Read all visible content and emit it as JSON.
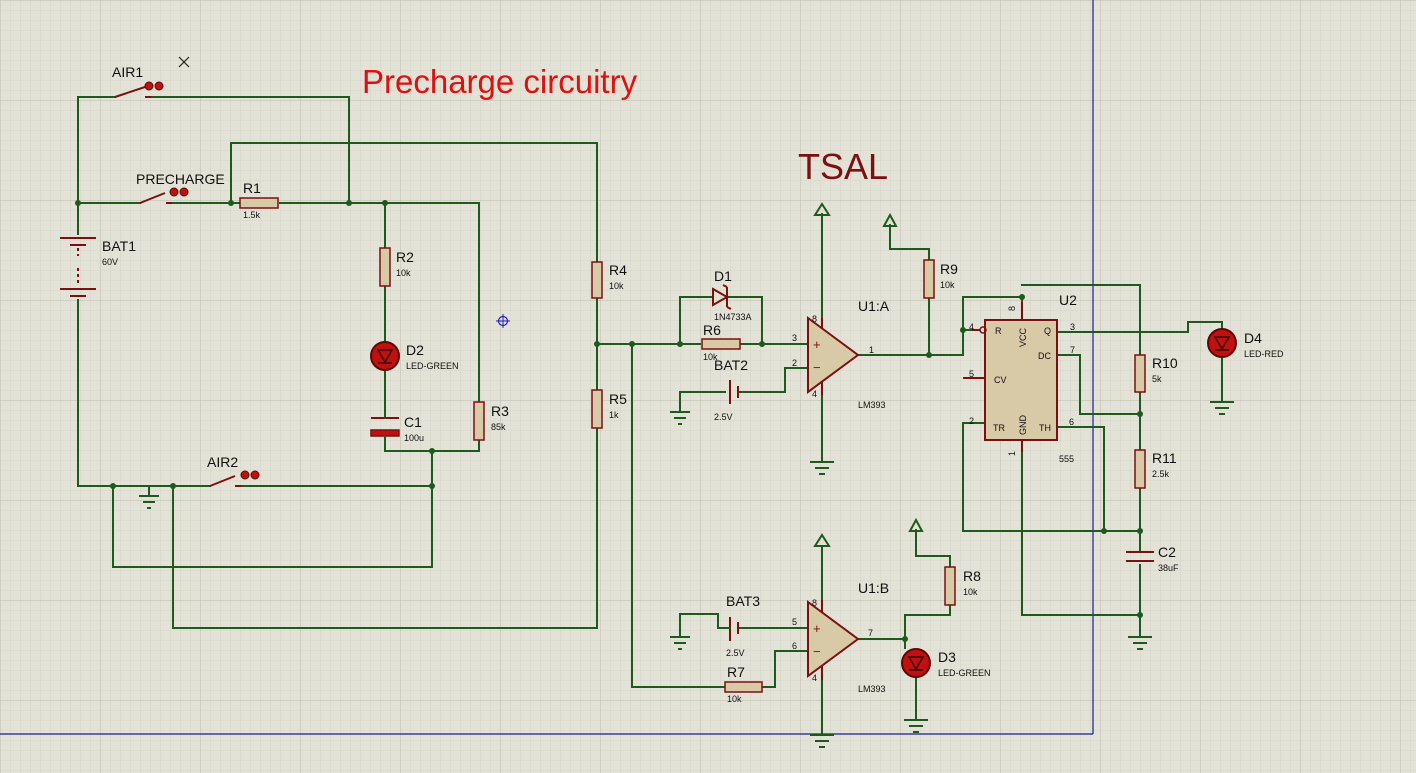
{
  "titles": {
    "precharge": "Precharge circuitry",
    "tsal": "TSAL"
  },
  "components": {
    "air1": {
      "ref": "AIR1"
    },
    "air2": {
      "ref": "AIR2"
    },
    "precharge_relay": {
      "ref": "PRECHARGE"
    },
    "r1": {
      "ref": "R1",
      "value": "1.5k"
    },
    "r2": {
      "ref": "R2",
      "value": "10k"
    },
    "r3": {
      "ref": "R3",
      "value": "85k"
    },
    "r4": {
      "ref": "R4",
      "value": "10k"
    },
    "r5": {
      "ref": "R5",
      "value": "1k"
    },
    "r6": {
      "ref": "R6",
      "value": "10k"
    },
    "r7": {
      "ref": "R7",
      "value": "10k"
    },
    "r8": {
      "ref": "R8",
      "value": "10k"
    },
    "r9": {
      "ref": "R9",
      "value": "10k"
    },
    "r10": {
      "ref": "R10",
      "value": "5k"
    },
    "r11": {
      "ref": "R11",
      "value": "2.5k"
    },
    "bat1": {
      "ref": "BAT1",
      "value": "60V"
    },
    "bat2": {
      "ref": "BAT2",
      "value": "2.5V"
    },
    "bat3": {
      "ref": "BAT3",
      "value": "2.5V"
    },
    "d1": {
      "ref": "D1",
      "value": "1N4733A"
    },
    "d2": {
      "ref": "D2",
      "value": "LED-GREEN"
    },
    "d3": {
      "ref": "D3",
      "value": "LED-GREEN"
    },
    "d4": {
      "ref": "D4",
      "value": "LED-RED"
    },
    "c1": {
      "ref": "C1",
      "value": "100u"
    },
    "c2": {
      "ref": "C2",
      "value": "38uF"
    },
    "u1a": {
      "ref": "U1:A",
      "value": "LM393"
    },
    "u1b": {
      "ref": "U1:B",
      "value": "LM393"
    },
    "u2": {
      "ref": "U2",
      "value": "555"
    }
  },
  "pins": {
    "u1a": {
      "in_plus": "3",
      "in_minus": "2",
      "out": "1",
      "vcc": "8",
      "gnd": "4",
      "plus_sign": "+",
      "minus_sign": "−"
    },
    "u1b": {
      "in_plus": "5",
      "in_minus": "6",
      "out": "7",
      "vcc": "8",
      "gnd": "4",
      "plus_sign": "+",
      "minus_sign": "−"
    },
    "u2": {
      "r_num": "4",
      "r_label": "R",
      "cv_num": "5",
      "cv_label": "CV",
      "tr_num": "2",
      "tr_label": "TR",
      "q_num": "3",
      "q_label": "Q",
      "dc_num": "7",
      "dc_label": "DC",
      "th_num": "6",
      "th_label": "TH",
      "vcc_num": "8",
      "vcc_label": "VCC",
      "gnd_num": "1",
      "gnd_label": "GND"
    }
  },
  "colors": {
    "wire": "#1e5a1e",
    "component": "#7a1010",
    "background": "#e3e2d6",
    "grid": "#c9c8b8",
    "sheet_border": "#1a1a9a"
  }
}
